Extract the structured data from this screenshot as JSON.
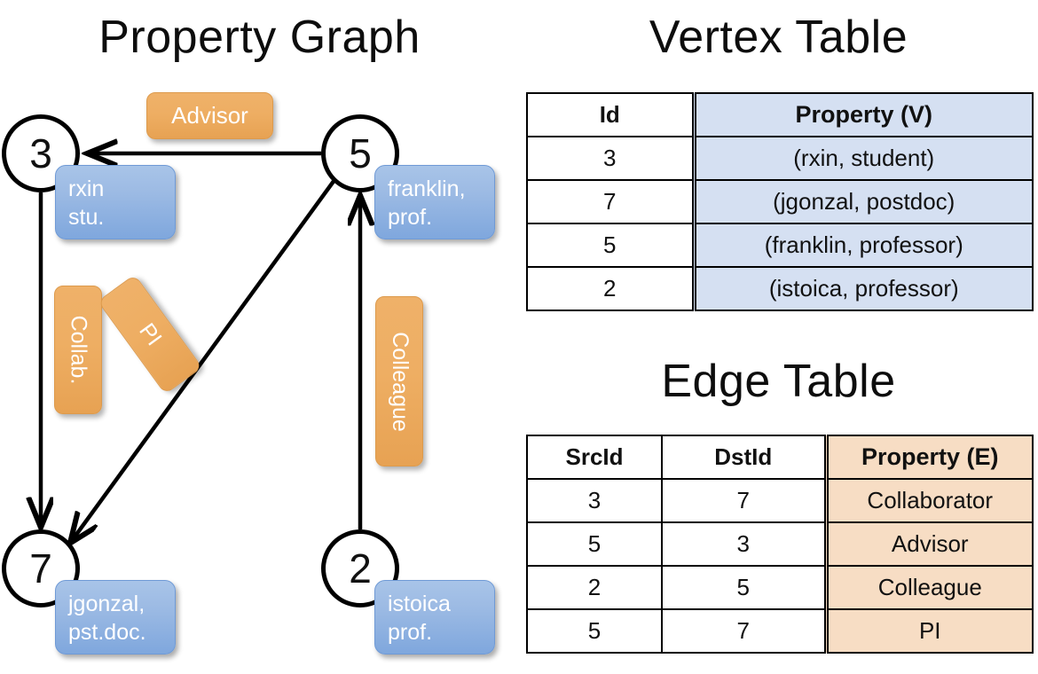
{
  "titles": {
    "property_graph": "Property Graph",
    "vertex_table": "Vertex Table",
    "edge_table": "Edge Table"
  },
  "graph": {
    "vertices": [
      {
        "id": "3",
        "name": "rxin",
        "role": "stu.",
        "line1": "rxin",
        "line2": "stu."
      },
      {
        "id": "5",
        "name": "franklin",
        "role": "prof.",
        "line1": "franklin,",
        "line2": "prof."
      },
      {
        "id": "7",
        "name": "jgonzal",
        "role": "pst.doc.",
        "line1": "jgonzal,",
        "line2": "pst.doc."
      },
      {
        "id": "2",
        "name": "istoica",
        "role": "prof.",
        "line1": "istoica",
        "line2": "prof."
      }
    ],
    "edge_labels": [
      {
        "key": "advisor",
        "label": "Advisor",
        "from": "5",
        "to": "3"
      },
      {
        "key": "collab",
        "label": "Collab.",
        "from": "3",
        "to": "7"
      },
      {
        "key": "pi",
        "label": "PI",
        "from": "5",
        "to": "7"
      },
      {
        "key": "colleague",
        "label": "Colleague",
        "from": "2",
        "to": "5"
      }
    ],
    "colors": {
      "vertex_box": "#9dbbe4",
      "edge_label_box": "#eeae63",
      "stroke": "#000000"
    }
  },
  "vertex_table": {
    "headers": [
      "Id",
      "Property (V)"
    ],
    "rows": [
      {
        "id": "3",
        "property": "(rxin, student)"
      },
      {
        "id": "7",
        "property": "(jgonzal, postdoc)"
      },
      {
        "id": "5",
        "property": "(franklin, professor)"
      },
      {
        "id": "2",
        "property": "(istoica, professor)"
      }
    ],
    "property_column_color": "#d5e0f2"
  },
  "edge_table": {
    "headers": [
      "SrcId",
      "DstId",
      "Property (E)"
    ],
    "rows": [
      {
        "src": "3",
        "dst": "7",
        "property": "Collaborator"
      },
      {
        "src": "5",
        "dst": "3",
        "property": "Advisor"
      },
      {
        "src": "2",
        "dst": "5",
        "property": "Colleague"
      },
      {
        "src": "5",
        "dst": "7",
        "property": "PI"
      }
    ],
    "property_column_color": "#f7ddc4"
  }
}
